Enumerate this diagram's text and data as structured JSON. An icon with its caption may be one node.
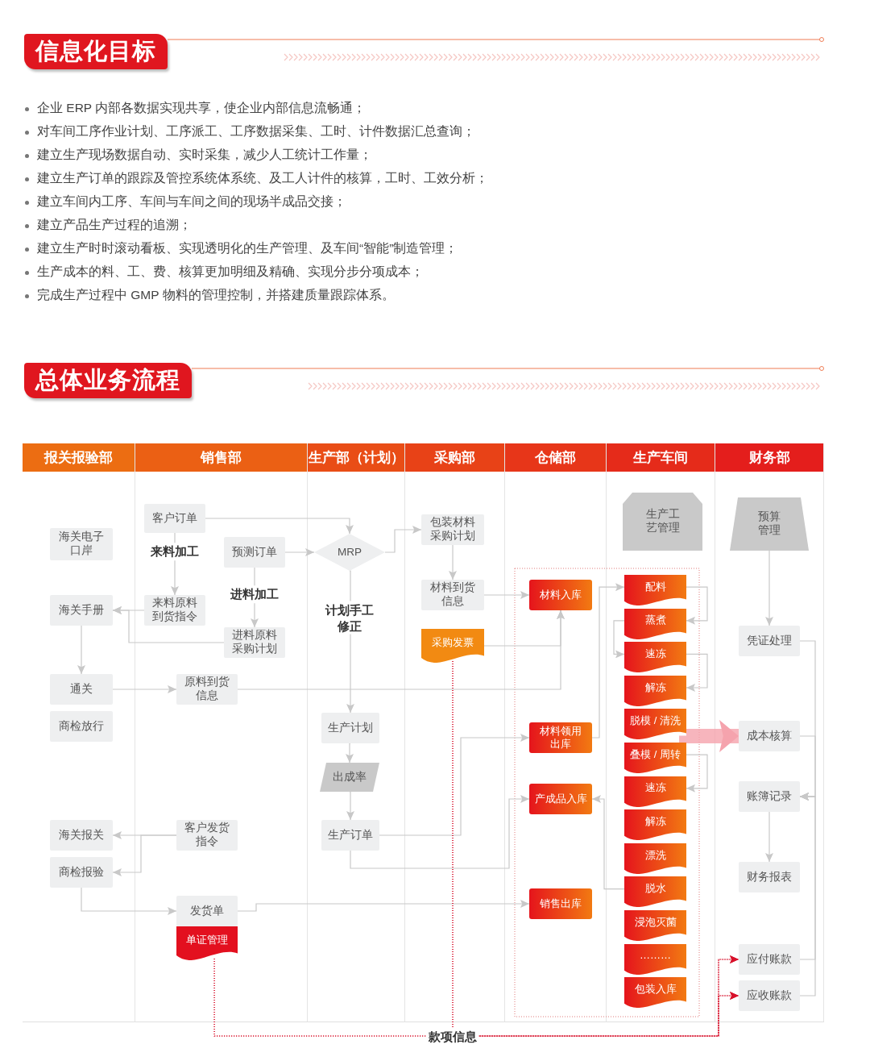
{
  "diagram": {
    "nodes": [
      {
        "text": [
          "报关报验部"
        ]
      },
      {
        "text": [
          "销售部"
        ]
      },
      {
        "text": [
          "生产部（计划）"
        ]
      },
      {
        "text": [
          "采购部"
        ]
      },
      {
        "text": [
          "仓储部"
        ]
      },
      {
        "text": [
          "生产车间"
        ]
      },
      {
        "text": [
          "财务部"
        ]
      },
      {
        "text": [
          "海关电子口岸"
        ],
        "in": 0
      },
      {
        "text": [
          "海关手册"
        ],
        "in": 0
      },
      {
        "text": [
          "通关"
        ],
        "in": 0
      },
      {
        "text": [
          "商检放行"
        ],
        "in": 0
      },
      {
        "text": [
          "海关报关"
        ],
        "in": 0
      },
      {
        "text": [
          "商检报验"
        ],
        "in": 0
      },
      {
        "text": [
          "客户订单"
        ],
        "in": 1
      },
      {
        "text": [
          "来料原料到货指令"
        ],
        "in": 1
      },
      {
        "text": [
          "预测订单"
        ],
        "in": 1
      },
      {
        "text": [
          "进料原料采购计划"
        ],
        "in": 1
      },
      {
        "text": [
          "原料到货信息"
        ],
        "in": 1
      },
      {
        "text": [
          "客户发货指令"
        ],
        "in": 1
      },
      {
        "text": [
          "发货单"
        ],
        "in": 1
      },
      {
        "text": [
          "单证管理"
        ],
        "in": 1
      },
      {
        "text": [
          "MRP"
        ],
        "in": 2
      },
      {
        "text": [
          "生产计划"
        ],
        "in": 2
      },
      {
        "text": [
          "出成率"
        ],
        "in": 2
      },
      {
        "text": [
          "生产订单"
        ],
        "in": 2
      },
      {
        "text": [
          "包装材料采购计划"
        ],
        "in": 3
      },
      {
        "text": [
          "材料到货信息"
        ],
        "in": 3
      },
      {
        "text": [
          "采购发票"
        ],
        "in": 3
      },
      {
        "text": [
          "材料入库"
        ],
        "in": 4
      },
      {
        "text": [
          "材料领用出库"
        ],
        "in": 4
      },
      {
        "text": [
          "产成品入库"
        ],
        "in": 4
      },
      {
        "text": [
          "销售出库"
        ],
        "in": 4
      },
      {
        "text": [
          "生产工艺管理"
        ],
        "in": 5
      },
      {
        "text": [
          "配料"
        ],
        "in": 5
      },
      {
        "text": [
          "蒸煮"
        ],
        "in": 5
      },
      {
        "text": [
          "速冻"
        ],
        "in": 5
      },
      {
        "text": [
          "解冻"
        ],
        "in": 5
      },
      {
        "text": [
          "脱模 / 清洗"
        ],
        "in": 5
      },
      {
        "text": [
          "叠模 / 周转"
        ],
        "in": 5
      },
      {
        "text": [
          "速冻"
        ],
        "in": 5
      },
      {
        "text": [
          "解冻"
        ],
        "in": 5
      },
      {
        "text": [
          "漂洗"
        ],
        "in": 5
      },
      {
        "text": [
          "脱水"
        ],
        "in": 5
      },
      {
        "text": [
          "浸泡灭菌"
        ],
        "in": 5
      },
      {
        "text": [
          "………"
        ],
        "in": 5
      },
      {
        "text": [
          "包装入库"
        ],
        "in": 5
      },
      {
        "text": [
          "预算管理"
        ],
        "in": 6
      },
      {
        "text": [
          "凭证处理"
        ],
        "in": 6
      },
      {
        "text": [
          "成本核算"
        ],
        "in": 6
      },
      {
        "text": [
          "账簿记录"
        ],
        "in": 6
      },
      {
        "text": [
          "财务报表"
        ],
        "in": 6
      },
      {
        "text": [
          "应付账款"
        ],
        "in": 6
      },
      {
        "text": [
          "应收账款"
        ],
        "in": 6
      }
    ],
    "edges": [
      {
        "from": 13,
        "to": 21,
        "arrow": "to"
      },
      {
        "from": 15,
        "to": 21,
        "arrow": "to"
      },
      {
        "from": 13,
        "to": 14,
        "arrow": "to",
        "label": "来料加工"
      },
      {
        "from": 15,
        "to": 16,
        "arrow": "to",
        "label": "进料加工"
      },
      {
        "from": 14,
        "to": 8,
        "arrow": "to"
      },
      {
        "from": 16,
        "to": 8,
        "arrow": "to"
      },
      {
        "from": 8,
        "to": 9,
        "arrow": "to"
      },
      {
        "from": 9,
        "to": 17,
        "arrow": "to"
      },
      {
        "from": 17,
        "to": 28,
        "arrow": "to"
      },
      {
        "from": 27,
        "to": 28,
        "arrow": "to"
      },
      {
        "from": 21,
        "to": 25,
        "arrow": "to"
      },
      {
        "from": 21,
        "to": 22,
        "arrow": "to",
        "label": "计划手工修正"
      },
      {
        "from": 25,
        "to": 26,
        "arrow": "to"
      },
      {
        "from": 26,
        "to": 28,
        "arrow": "to"
      },
      {
        "from": 22,
        "to": 23,
        "arrow": "to"
      },
      {
        "from": 23,
        "to": 24,
        "arrow": "to"
      },
      {
        "from": 24,
        "to": 29,
        "arrow": "to"
      },
      {
        "from": 24,
        "to": 30,
        "arrow": "to"
      },
      {
        "from": 18,
        "to": 11,
        "arrow": "to"
      },
      {
        "from": 18,
        "to": 12,
        "arrow": "to"
      },
      {
        "from": 12,
        "to": 19,
        "arrow": "to"
      },
      {
        "from": 19,
        "to": 31,
        "arrow": "to"
      },
      {
        "from": 29,
        "to": 33,
        "arrow": "to"
      },
      {
        "from": 33,
        "to": 34,
        "arrow": "to"
      },
      {
        "from": 34,
        "to": 35,
        "arrow": "to"
      },
      {
        "from": 35,
        "to": 36,
        "arrow": "to"
      },
      {
        "from": 38,
        "to": 39,
        "arrow": "to"
      },
      {
        "from": 42,
        "to": 30,
        "arrow": "to"
      },
      {
        "from": 37,
        "to": 48,
        "arrow": "to",
        "style": "thick",
        "color": "#f5a3ad"
      },
      {
        "from": 46,
        "to": 47,
        "arrow": "to"
      },
      {
        "from": 47,
        "to": 49,
        "arrow": "to"
      },
      {
        "from": 48,
        "to": 49,
        "arrow": "to"
      },
      {
        "from": 51,
        "to": 49,
        "arrow": "to"
      },
      {
        "from": 52,
        "to": 49,
        "arrow": "to"
      },
      {
        "from": 49,
        "to": 50,
        "arrow": "to"
      },
      {
        "from": 20,
        "to": 51,
        "arrow": "to",
        "style": "dashed",
        "color": "#d8102a"
      },
      {
        "from": 20,
        "to": 52,
        "arrow": "to",
        "style": "dashed",
        "color": "#d8102a"
      },
      {
        "from": 27,
        "to": 51,
        "arrow": "to",
        "style": "dashed",
        "color": "#d8102a",
        "label": "款项信息"
      },
      {
        "from": 27,
        "to": 52,
        "arrow": "to",
        "style": "dashed",
        "color": "#d8102a"
      }
    ],
    "labels": [
      "信息化目标",
      "企业 ERP 内部各数据实现共享，使企业内部信息流畅通；",
      "对车间工序作业计划、工序派工、工序数据采集、工时、计件数据汇总查询；",
      "建立生产现场数据自动、实时采集，减少人工统计工作量；",
      "建立生产订单的跟踪及管控系统体系统、及工人计件的核算，工时、工效分析；",
      "建立车间内工序、车间与车间之间的现场半成品交接；",
      "建立产品生产过程的追溯；",
      "建立生产时时滚动看板、实现透明化的生产管理、及车间“智能”制造管理；",
      "生产成本的料、工、费、核算更加明细及精确、实现分步分项成本；",
      "完成生产过程中 GMP 物料的管理控制，并搭建质量跟踪体系。",
      "总体业务流程"
    ]
  }
}
